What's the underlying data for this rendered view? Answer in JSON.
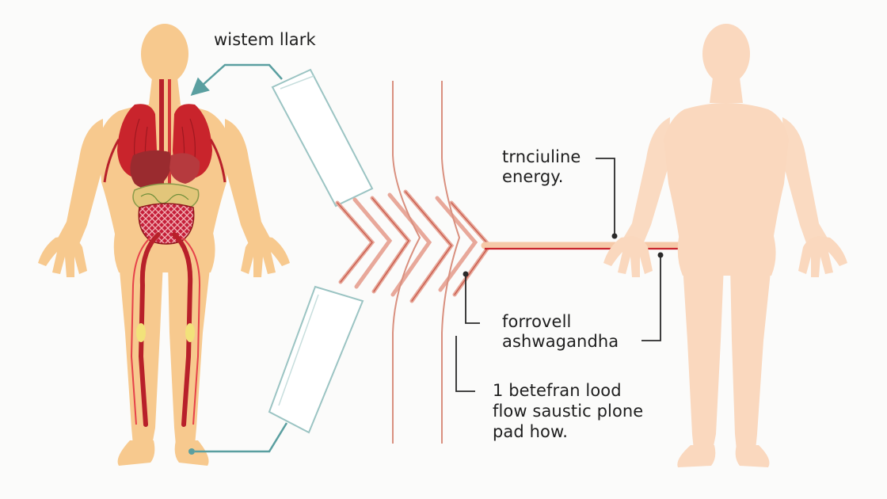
{
  "labels": {
    "top_left": "wistem llark",
    "energy": [
      "trnciuline",
      "energy."
    ],
    "ashwagandha": [
      "forrovell",
      "ashwagandha"
    ],
    "blood_flow": [
      "1 betefran lood",
      "flow saustic plone",
      "pad how."
    ]
  },
  "colors": {
    "skin": "#f7c98e",
    "skin_faded": "#fad8be",
    "organ_red": "#c9242c",
    "vessel": "#b8202a",
    "connector": "#5a9fa0",
    "fiber": "#e8a89a",
    "line": "#2a2a2a"
  }
}
